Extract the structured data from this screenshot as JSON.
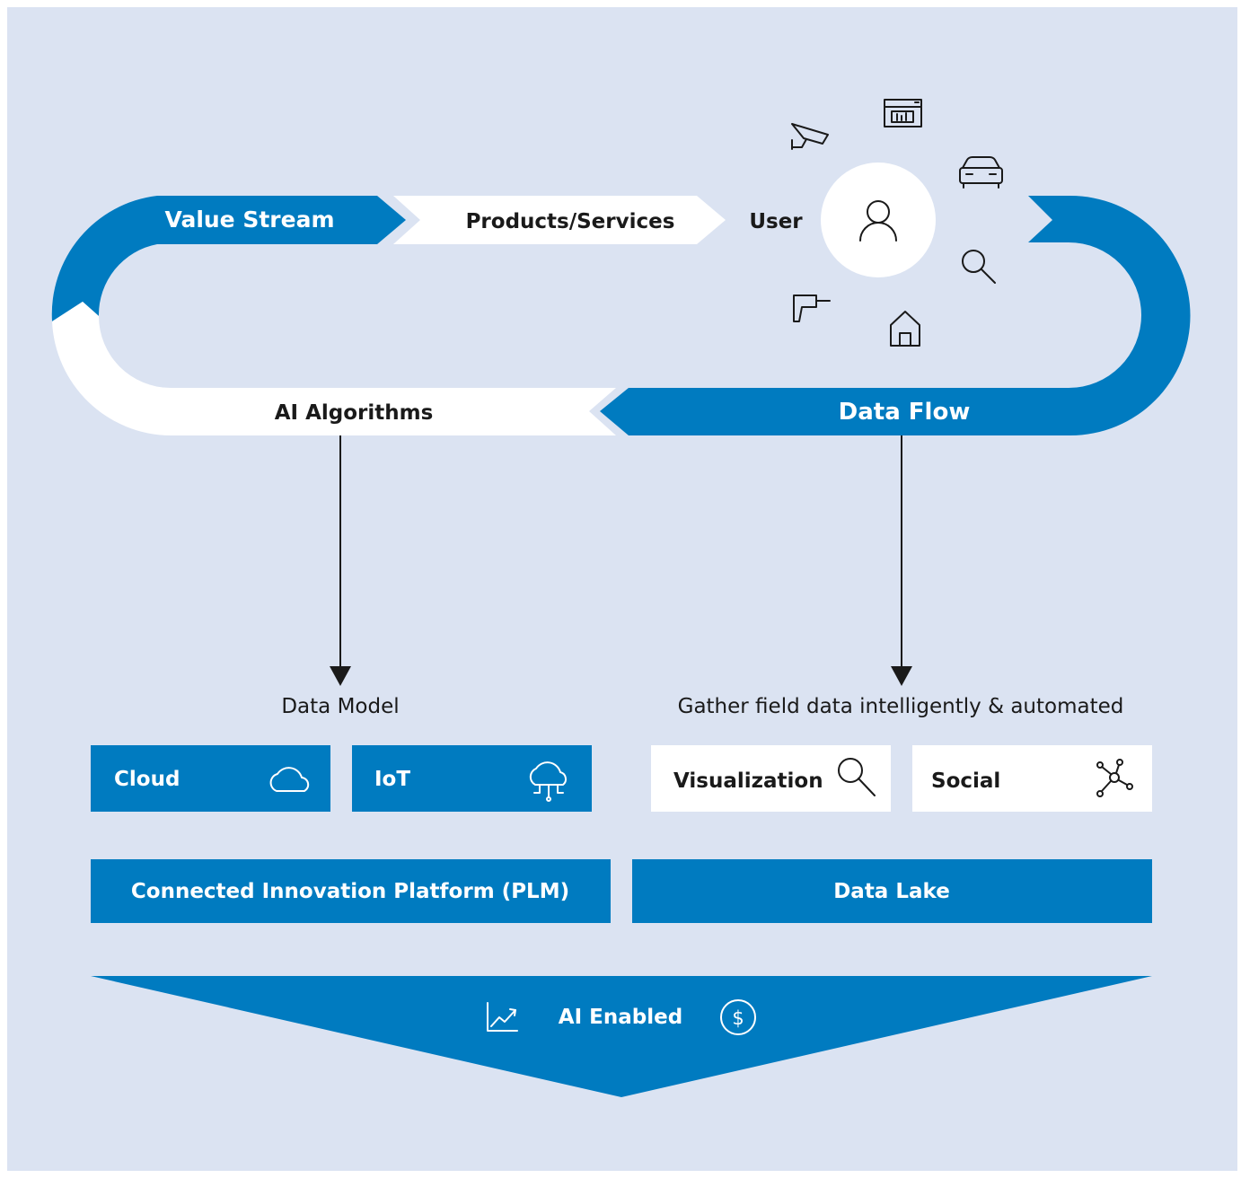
{
  "loop": {
    "value_stream": "Value Stream",
    "products_services": "Products/Services",
    "user": "User",
    "ai_algorithms": "AI Algorithms",
    "data_flow": "Data Flow"
  },
  "labels": {
    "data_model": "Data Model",
    "gather_field_data": "Gather field data intelligently & automated"
  },
  "boxes": {
    "cloud": "Cloud",
    "iot": "IoT",
    "visualization": "Visualization",
    "social": "Social",
    "plm": "Connected Innovation Platform (PLM)",
    "data_lake": "Data Lake"
  },
  "banner": {
    "label": "AI Enabled",
    "left_icon": "trend-chart-icon",
    "right_icon": "dollar-coin-icon"
  },
  "user_icons": [
    "security-camera-icon",
    "dashboard-icon",
    "car-icon",
    "search-icon",
    "drill-icon",
    "home-icon"
  ],
  "colors": {
    "background": "#dbe3f2",
    "blue": "#007bc0",
    "white": "#ffffff",
    "text_dark": "#1a1a1a"
  }
}
